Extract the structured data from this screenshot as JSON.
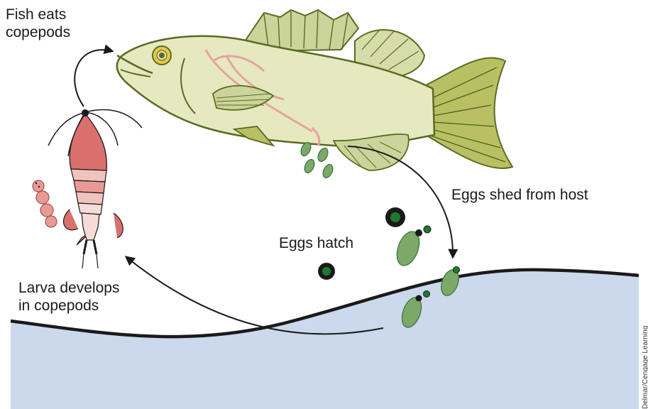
{
  "labels": {
    "fish_eats": [
      "Fish eats",
      "copepods"
    ],
    "eggs_shed": "Eggs shed from host",
    "eggs_hatch": "Eggs hatch",
    "larva_develops": [
      "Larva develops",
      "in copepods"
    ]
  },
  "credit": "Delmar/Cengage Learning",
  "colors": {
    "water": "#ccd8ec",
    "fish_body": "#e6e9c0",
    "fish_fin": "#cbd49a",
    "tail": "#b9c064",
    "fish_outline": "#5a6b22",
    "gill_line": "#e6a3a0",
    "copepod_body": "#d9706d",
    "copepod_segment": "#f1c3bf",
    "egg": "#7ca86a",
    "egg_dark": "#3b7a3a",
    "hatching_egg": "#1f7a30",
    "arrow": "#1a1a1a"
  }
}
